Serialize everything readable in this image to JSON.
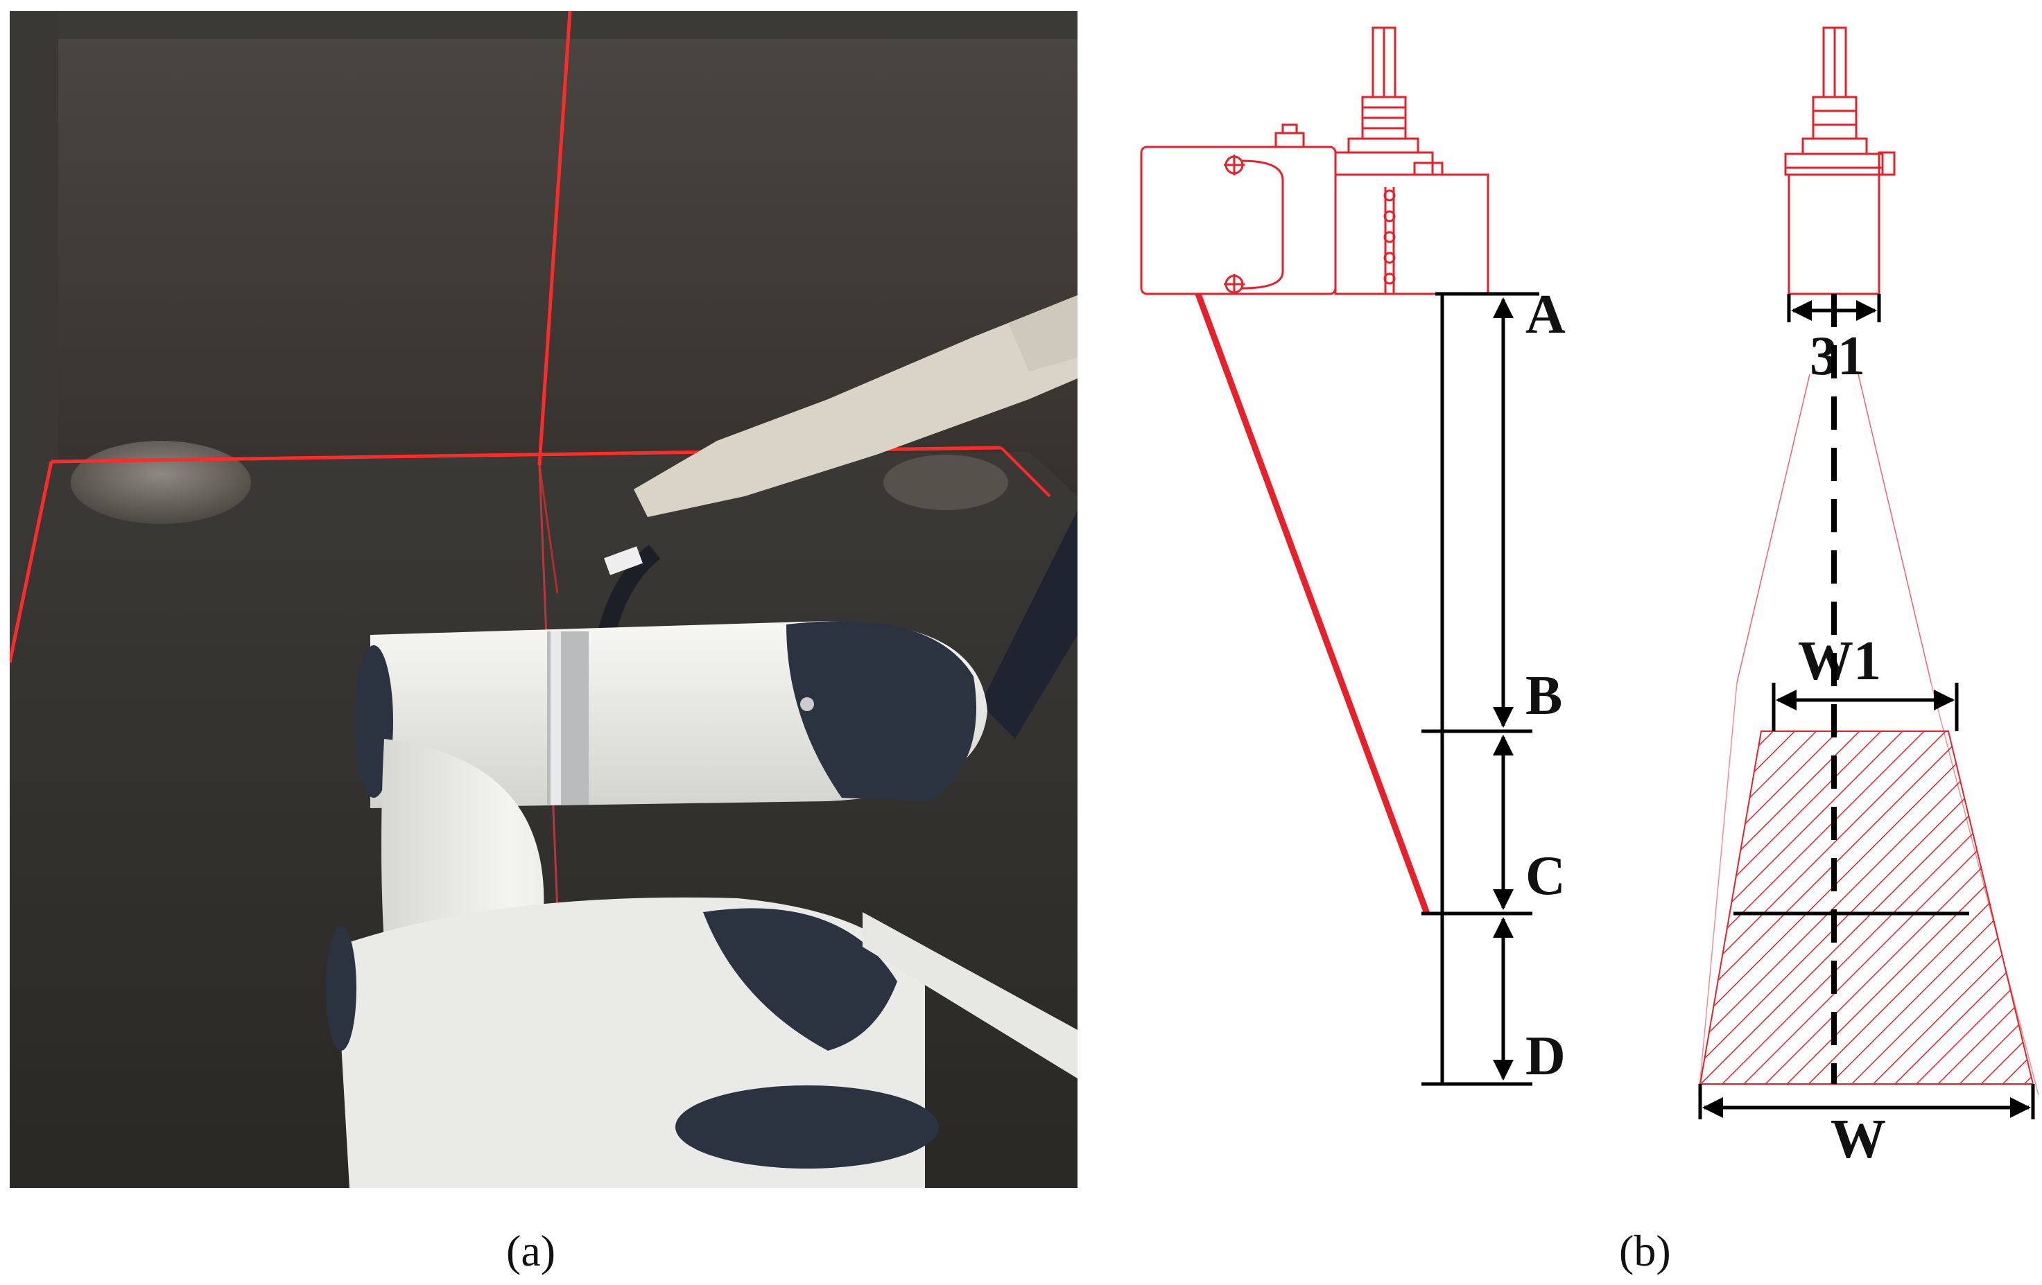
{
  "captions": {
    "a": "(a)",
    "b": "(b)"
  },
  "dimension_labels": {
    "A": "A",
    "B": "B",
    "C": "C",
    "D": "D"
  },
  "width_labels": {
    "sensor_width": "31",
    "w1": "W1",
    "w": "W"
  },
  "colors": {
    "sensor_outline": "#e8202a",
    "laser_line": "#ff2a2a",
    "dimension_lines": "#000000",
    "background_wall": "#2e2c29",
    "robot_body": "#e9e9e4",
    "robot_dark": "#2b3340"
  },
  "icons": {
    "photo": "robot-arm-photo",
    "sensor": "laser-profile-sensor"
  }
}
